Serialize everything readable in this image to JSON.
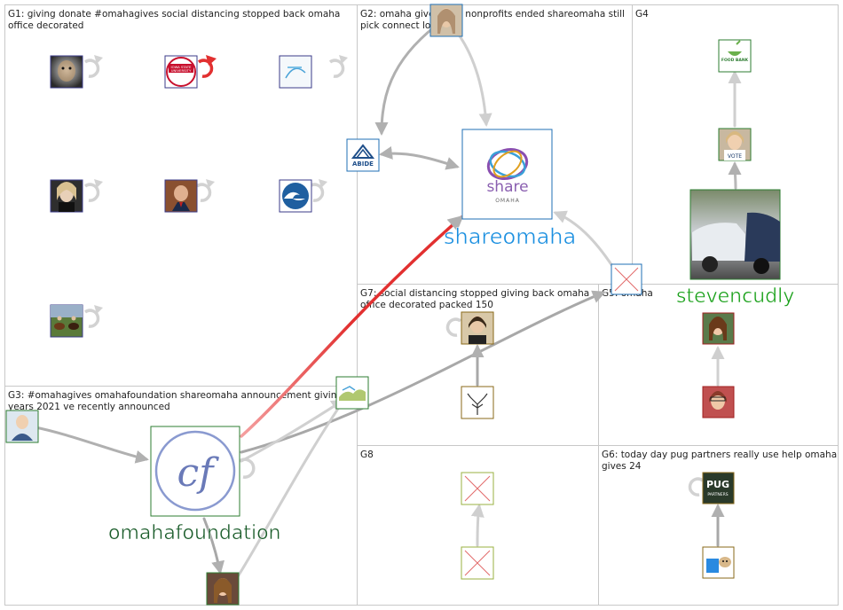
{
  "groups": [
    {
      "id": "G1",
      "lines": [
        "G1: giving donate #omahagives social distancing stopped back omaha",
        "office decorated"
      ]
    },
    {
      "id": "G2",
      "lines": [
        "G2: omaha gives help nonprofits ended shareomaha still",
        "pick connect local"
      ]
    },
    {
      "id": "G4",
      "lines": [
        "G4"
      ]
    },
    {
      "id": "G7",
      "lines": [
        "G7: social distancing stopped giving back omaha",
        "office decorated packed 150"
      ]
    },
    {
      "id": "G5",
      "lines": [
        "G5: omaha"
      ]
    },
    {
      "id": "G3",
      "lines": [
        "G3: #omahagives omahafoundation shareomaha announcement giving",
        "years 2021 ve recently announced"
      ]
    },
    {
      "id": "G8",
      "lines": [
        "G8"
      ]
    },
    {
      "id": "G6",
      "lines": [
        "G6: today day pug partners really use help omaha",
        "gives 24"
      ]
    }
  ],
  "labels": {
    "shareomaha": "shareomaha",
    "stevencudly": "stevencudly",
    "omahafoundation": "omahafoundation"
  },
  "logos": {
    "abide": "ABIDE",
    "share": "share",
    "share_sub": "OMAHA",
    "foodbank": "FOOD BANK",
    "vote": "VOTE",
    "pug": "PUG",
    "pug_sub": "PARTNERS",
    "university_top": "IOWA STATE",
    "university_mid": "UNIVERSITY"
  },
  "colors": {
    "edge_gray": "#b4b4b4",
    "edge_red": "#e23030",
    "label_blue": "#1a8fe0",
    "label_green": "#18a018",
    "label_darkgreen": "#1a5c2a",
    "node_border_green": "#2e7d32",
    "node_border_blue": "#1f6fb5"
  }
}
